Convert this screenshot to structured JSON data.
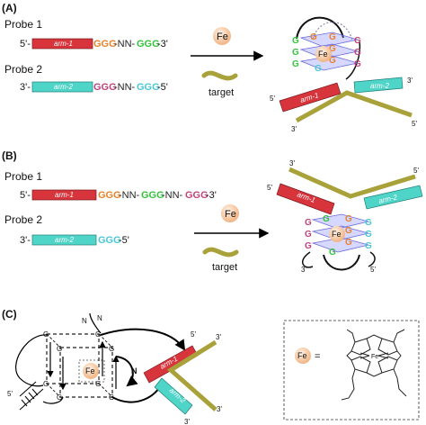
{
  "panels": {
    "a": {
      "tag": "(A)",
      "probe1": {
        "name": "Probe 1",
        "end5": "5'-",
        "arm": "arm-1",
        "seq_g1": "GGG",
        "seq_nn": "-NN-",
        "seq_g2": "GGG",
        "end3": "-3'"
      },
      "probe2": {
        "name": "Probe 2",
        "end3": "3'-",
        "arm": "arm-2",
        "seq_g1": "GGG",
        "seq_nn": "-NN-",
        "seq_g2": "GGG",
        "end5": "-5'"
      },
      "fe": "Fe",
      "target": "target",
      "complex": {
        "fe": "Fe",
        "p5a": "5'",
        "p3a": "3'",
        "p5b": "5'",
        "p3b": "3'",
        "arm1": "arm-1",
        "arm2": "arm-2"
      }
    },
    "b": {
      "tag": "(B)",
      "probe1": {
        "name": "Probe 1",
        "end5": "5'-",
        "arm": "arm-1",
        "seq_g1": "GGG",
        "seq_nn1": "-NN-",
        "seq_g2": "GGG",
        "seq_nn2": "-NN-",
        "seq_g3": "GGG",
        "end3": "-3'"
      },
      "probe2": {
        "name": "Probe 2",
        "end3": "3'-",
        "arm": "arm-2",
        "seq_g1": "GGG",
        "end5": "-5'"
      },
      "fe": "Fe",
      "target": "target",
      "complex": {
        "fe": "Fe",
        "p3top": "3'",
        "p5left": "5'",
        "p5right": "5'",
        "p3bottom": "3'",
        "p5bottom": "5'",
        "arm1": "arm-1",
        "arm2": "arm-2"
      }
    },
    "c": {
      "tag": "(C)",
      "fe": "Fe",
      "n1": "N",
      "n2": "N",
      "n3": "N",
      "g": "G",
      "p5": "5'",
      "p5b": "5'",
      "p3a": "3'",
      "p3b": "3'",
      "p3c": "3'",
      "arm1": "arm-1",
      "arm2": "arm-2",
      "legend_fe": "Fe",
      "equals": "=",
      "hemin_fe": "Fe",
      "hemin_n": "N"
    }
  },
  "colors": {
    "arm1": "#d8343c",
    "arm2": "#4fd4c8",
    "target": "#a9a13a",
    "orange_g": "#e8822a",
    "green_g": "#35c33d",
    "pink_g": "#c0447a",
    "cyan_g": "#49c7d6",
    "fe_ball": "#f6c8a4"
  }
}
